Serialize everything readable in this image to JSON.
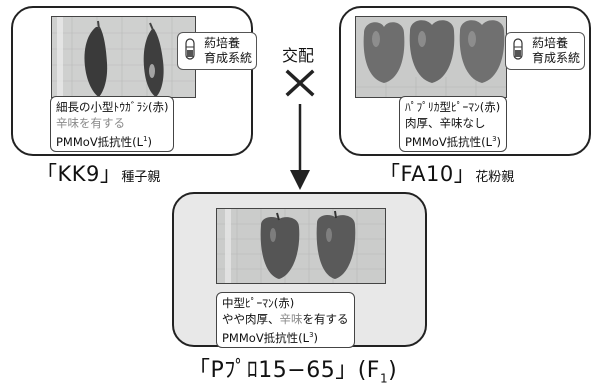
{
  "cross_label": "交配",
  "parents": [
    {
      "id": "seed",
      "name": "「KK9」",
      "role": "種子親",
      "badge": [
        "葯培養",
        "育成系統"
      ],
      "desc": [
        "細長の小型ﾄｳｶﾞﾗｼ(赤)",
        "辛味を有する",
        "PMMoV抵抗性(L",
        "1",
        ")"
      ]
    },
    {
      "id": "pollen",
      "name": "「FA10」",
      "role": "花粉親",
      "badge": [
        "葯培養",
        "育成系統"
      ],
      "desc": [
        "ﾊﾟﾌﾟﾘｶ型ﾋﾟｰﾏﾝ(赤)",
        "肉厚、辛味なし",
        "PMMoV抵抗性(L",
        "3",
        ")"
      ]
    }
  ],
  "child": {
    "name": "「Pﾌﾟﾛ15−65」(F",
    "generation_sub": "1",
    "name_close": ")",
    "desc": [
      "中型ﾋﾟｰﾏﾝ(赤)",
      "やや肉厚、",
      "辛味",
      "を有する",
      "PMMoV抵抗性(L",
      "3",
      ")"
    ]
  },
  "colors": {
    "pepper_dark": "#3e3e3e",
    "pepper_red_photo": "#6e6e6e",
    "background_photo": "#cfd0cf",
    "highlight_text": "#8a8a8a"
  }
}
